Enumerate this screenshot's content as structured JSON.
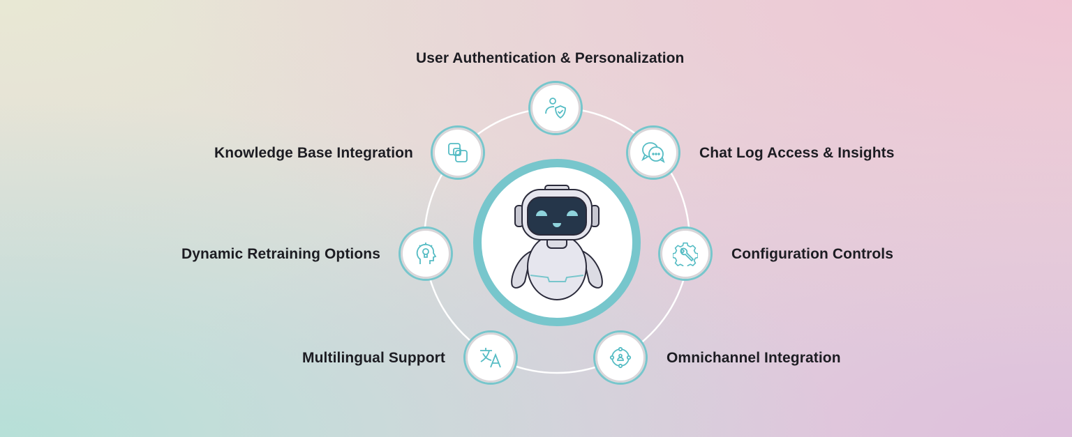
{
  "colors": {
    "accent": "#77c6cc",
    "text": "#1c1c22",
    "ring": "#ffffff",
    "robot_face": "#25364a"
  },
  "center": {
    "icon": "robot-icon"
  },
  "features": [
    {
      "label": "User Authentication & Personalization",
      "icon": "user-shield-icon"
    },
    {
      "label": "Chat Log Access & Insights",
      "icon": "chat-bubbles-icon"
    },
    {
      "label": "Configuration Controls",
      "icon": "gear-wrench-icon"
    },
    {
      "label": "Omnichannel Integration",
      "icon": "omnichannel-icon"
    },
    {
      "label": "Multilingual Support",
      "icon": "translate-icon"
    },
    {
      "label": "Dynamic Retraining Options",
      "icon": "head-lightbulb-icon"
    },
    {
      "label": "Knowledge Base Integration",
      "icon": "stacked-squares-icon"
    }
  ]
}
